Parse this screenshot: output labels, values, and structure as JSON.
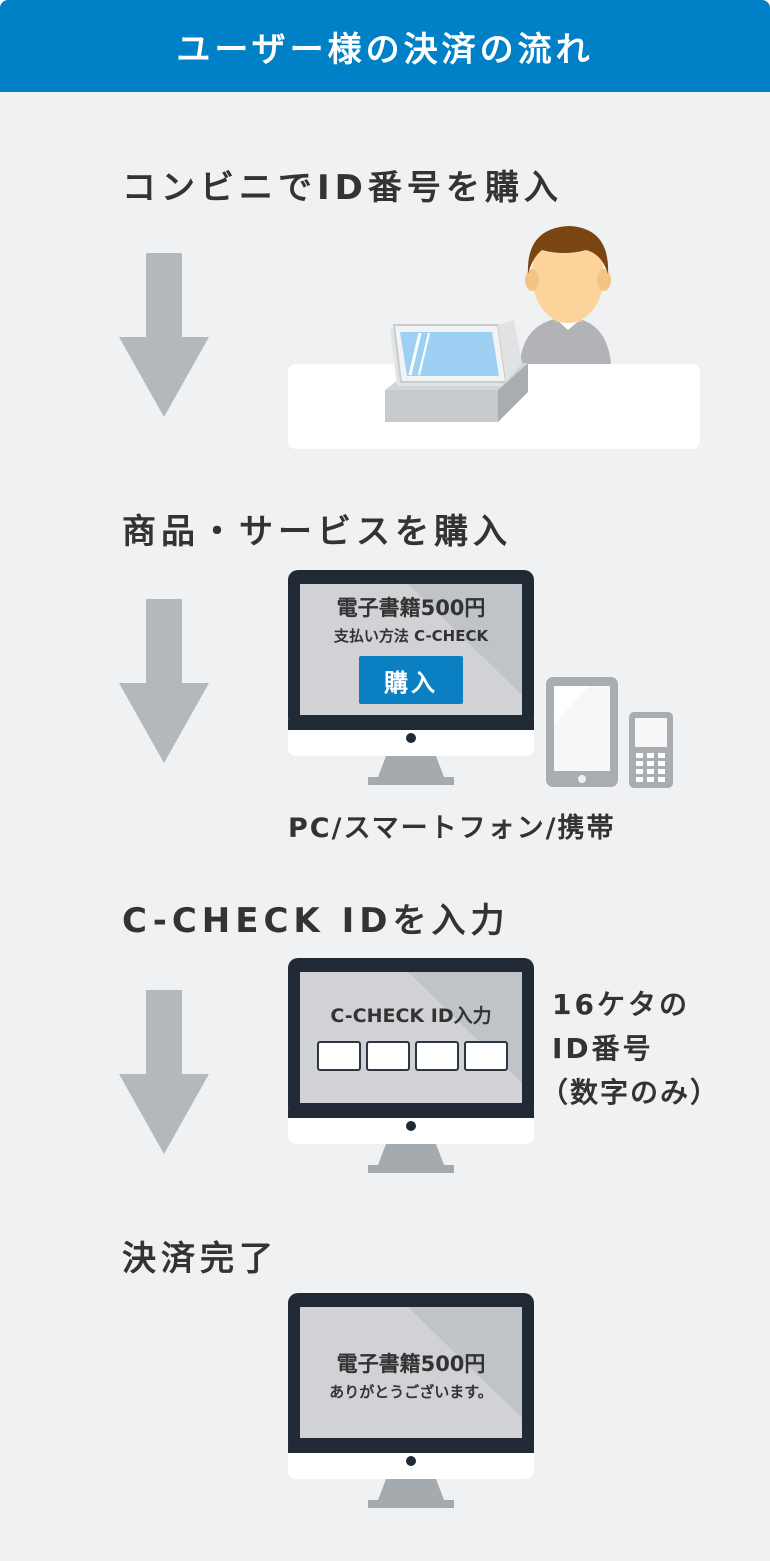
{
  "header": {
    "title": "ユーザー様の決済の流れ"
  },
  "steps": [
    {
      "title": "コンビニでID番号を購入"
    },
    {
      "title": "商品・サービスを購入",
      "screen_line1": "電子書籍500円",
      "screen_line2": "支払い方法 C-CHECK",
      "button_label": "購入",
      "devices_caption": "PC/スマートフォン/携帯"
    },
    {
      "title": "C-CHECK IDを入力",
      "screen_line1": "C-CHECK ID入力",
      "note_line1": "16ケタの",
      "note_line2": "ID番号",
      "note_line3": "（数字のみ）"
    },
    {
      "title": "決済完了",
      "screen_line1": "電子書籍500円",
      "screen_line2": "ありがとうございます。"
    }
  ],
  "colors": {
    "header_blue": "#0080c6",
    "panel_bg": "#f0f1f3",
    "arrow_gray": "#b3b8bc",
    "monitor_dark": "#1f2a35",
    "button_blue": "#0a7fc2"
  }
}
